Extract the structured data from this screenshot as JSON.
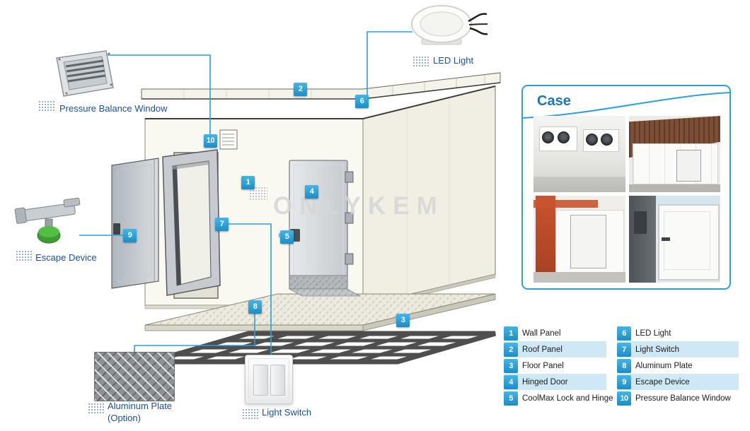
{
  "labels": {
    "pressure_balance_window": "Pressure Balance Window",
    "led_light": "LED Light",
    "escape_device": "Escape Device",
    "aluminum_plate": "Aluminum Plate",
    "aluminum_plate_option": "(Option)",
    "light_switch": "Light Switch"
  },
  "watermark": "ONLYKEM",
  "case_panel": {
    "title": "Case"
  },
  "markers": [
    "1",
    "2",
    "3",
    "4",
    "5",
    "6",
    "7",
    "8",
    "9",
    "10"
  ],
  "legend": {
    "col1": [
      {
        "num": "1",
        "label": "Wall Panel"
      },
      {
        "num": "2",
        "label": "Roof Panel"
      },
      {
        "num": "3",
        "label": "Floor Panel"
      },
      {
        "num": "4",
        "label": "Hinged Door"
      },
      {
        "num": "5",
        "label": "CoolMax Lock and Hinge"
      }
    ],
    "col2": [
      {
        "num": "6",
        "label": "LED Light"
      },
      {
        "num": "7",
        "label": "Light Switch"
      },
      {
        "num": "8",
        "label": "Aluminum Plate"
      },
      {
        "num": "9",
        "label": "Escape Device"
      },
      {
        "num": "10",
        "label": "Pressure Balance Window"
      }
    ]
  },
  "icons": {
    "halftone_dots": "dotted-square-pattern",
    "marker_square": "numbered-blue-square",
    "fan": "dark-circular-fan"
  },
  "colors": {
    "accent_blue": "#2E9FD9",
    "marker_blue": "#1B8EC7",
    "label_blue": "#1C4FA1",
    "case_title_blue": "#1C75BC",
    "legend_row_tint": "#CFE8F6"
  }
}
